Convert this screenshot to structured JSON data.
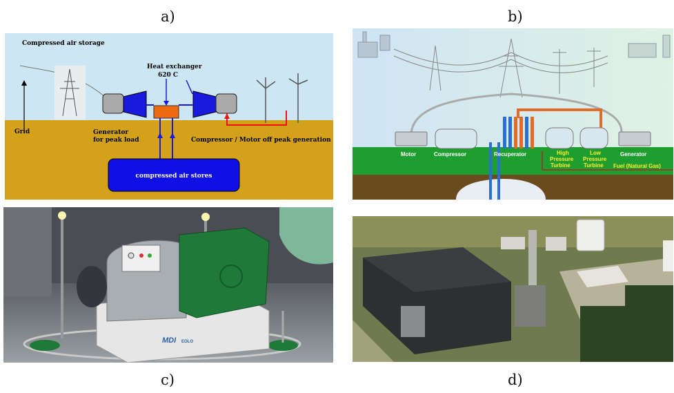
{
  "captions": {
    "a": "a)",
    "b": "b)",
    "c": "c)",
    "d": "d)"
  },
  "panel_a": {
    "title": "Compressed air storage",
    "heat_exchanger": "Heat exchanger",
    "temperature": "620 C",
    "grid": "Grid",
    "generator_line1": "Generator",
    "generator_line2": "for peak load",
    "compressor": "Compressor  / Motor off peak generation",
    "stores": "compressed air stores"
  },
  "panel_b": {
    "motor": "Motor",
    "compressor": "Compressor",
    "recuperator": "Recuperator",
    "hp_line1": "High",
    "hp_line2": "Pressure",
    "hp_line3": "Turbine",
    "lp_line1": "Low",
    "lp_line2": "Pressure",
    "lp_line3": "Turbine",
    "generator": "Generator",
    "fuel": "Fuel (Natural Gas)"
  },
  "panel_c": {
    "brand": "MDI",
    "model": "EOLO"
  },
  "colors": {
    "sky_a": "#cde6f3",
    "ground_a": "#d4a21a",
    "store_blue": "#1010e6",
    "hx_orange": "#ee6a10",
    "pipe_red": "#ee1111",
    "grass_b": "#1e9e2e",
    "soil_b": "#6b4a1e",
    "machine_green": "#1f7a3a"
  }
}
